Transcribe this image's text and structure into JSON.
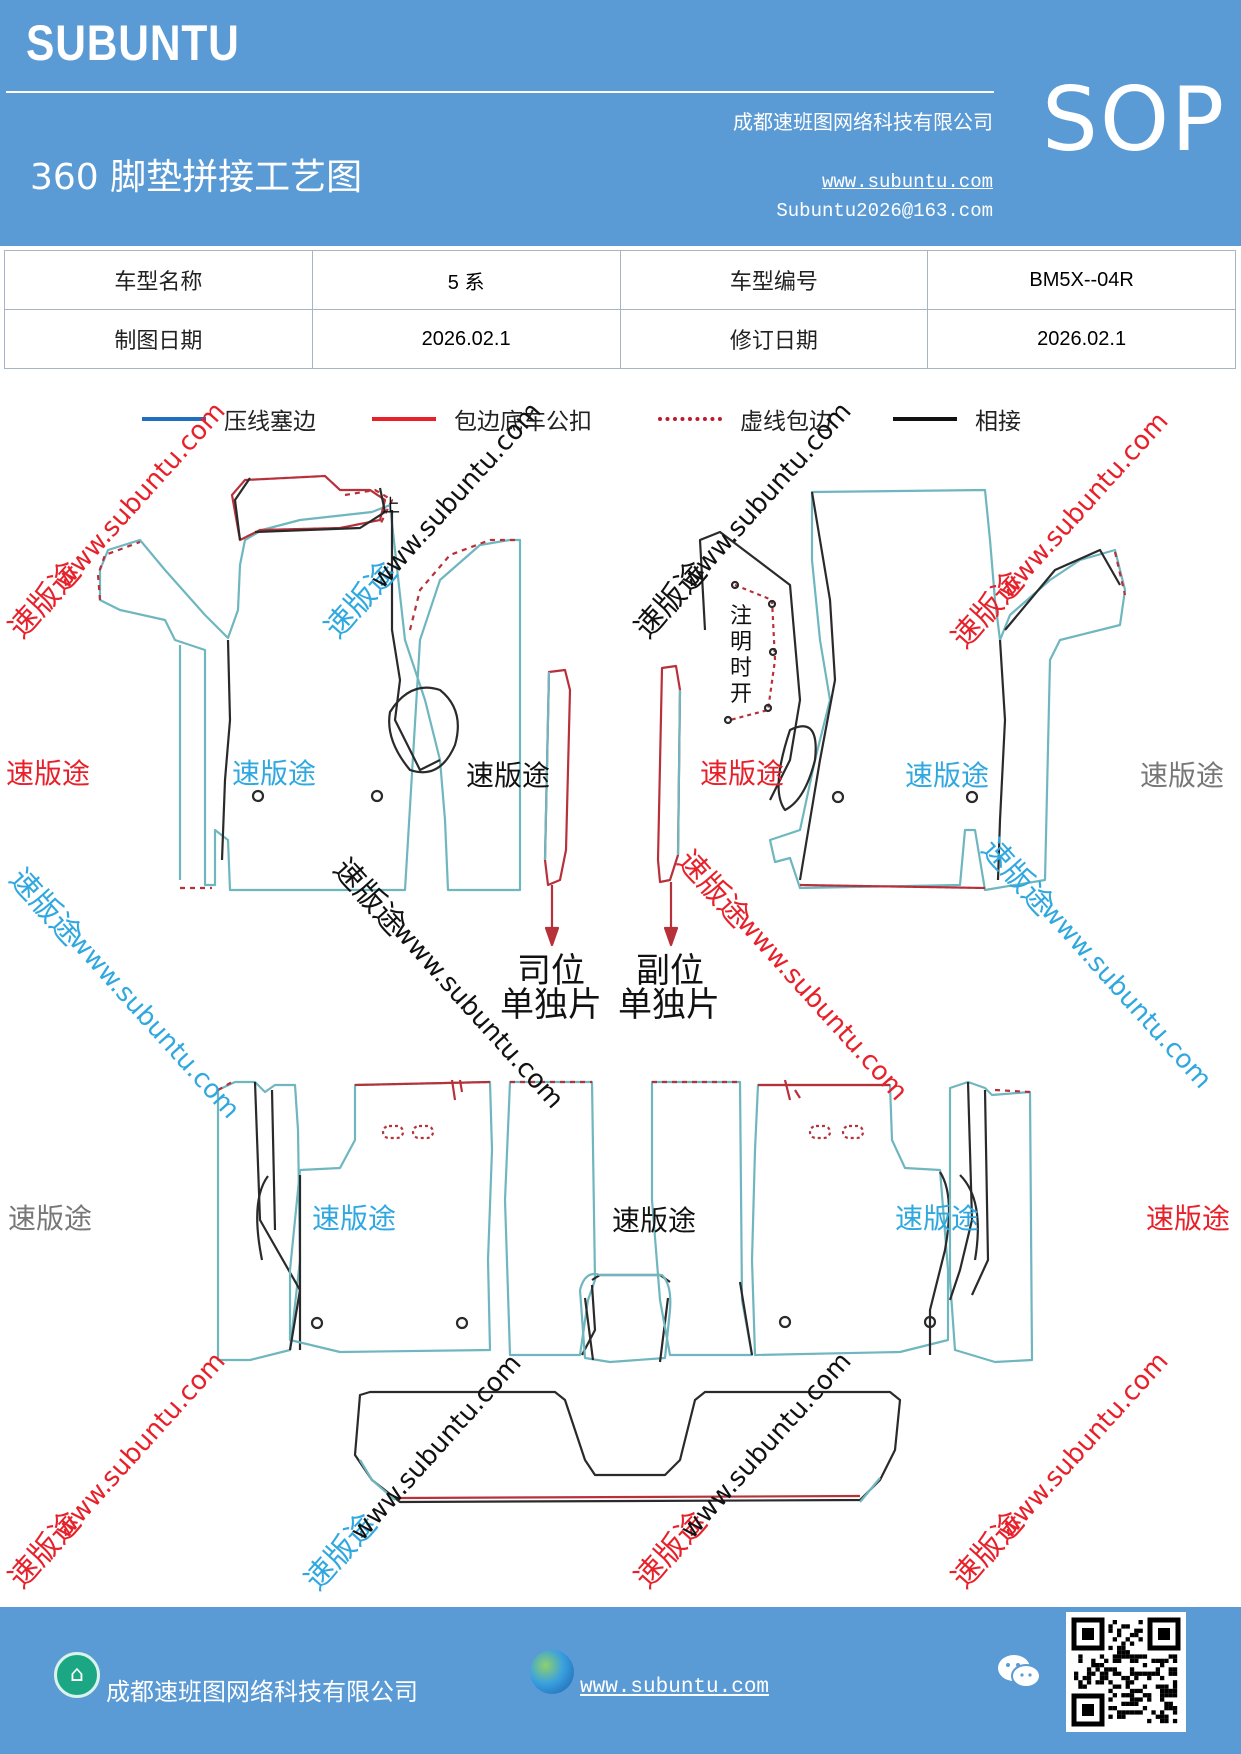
{
  "header": {
    "brand": "SUBUNTU",
    "title": "360 脚垫拼接工艺图",
    "company": "成都速班图网络科技有限公司",
    "website": "www.subuntu.com",
    "email": "Subuntu2026@163.com",
    "badge": "SOP"
  },
  "info_table": {
    "row1": {
      "label1": "车型名称",
      "value1": "5 系",
      "label2": "车型编号",
      "value2": "BM5X--04R"
    },
    "row2": {
      "label1": "制图日期",
      "value1": "2026.02.1",
      "label2": "修订日期",
      "value2": "2026.02.1"
    }
  },
  "legend": [
    {
      "label": "压线塞边",
      "color": "#1f6fc0",
      "style": "solid"
    },
    {
      "label": "包边底车公扣",
      "color": "#e8202a",
      "style": "solid"
    },
    {
      "label": "虚线包边",
      "color": "#c0192a",
      "style": "dotted"
    },
    {
      "label": "相接",
      "color": "#111111",
      "style": "solid"
    }
  ],
  "drawing": {
    "mark_up": "上",
    "note_vertical": [
      "注",
      "明",
      "时",
      "开"
    ],
    "driver_label": [
      "司位",
      "单独片"
    ],
    "passenger_label": [
      "副位",
      "单独片"
    ],
    "watermark_text": "速版途",
    "watermark_url": "www.subuntu.com",
    "watermark_colors": {
      "red": "#e8202a",
      "blue": "#2fa8e0",
      "gray": "#777777",
      "black": "#111111"
    }
  },
  "footer": {
    "company": "成都速班图网络科技有限公司",
    "website": "www.subuntu.com",
    "company_icon": "building-icon",
    "website_icon": "globe-icon",
    "wechat_icon": "wechat-icon",
    "qr_icon": "qr-code"
  },
  "colors": {
    "header_bg": "#5b9bd5",
    "cyan_outline": "#6fb6bf",
    "red_outline": "#b7313b",
    "black_outline": "#2a2a2a"
  }
}
